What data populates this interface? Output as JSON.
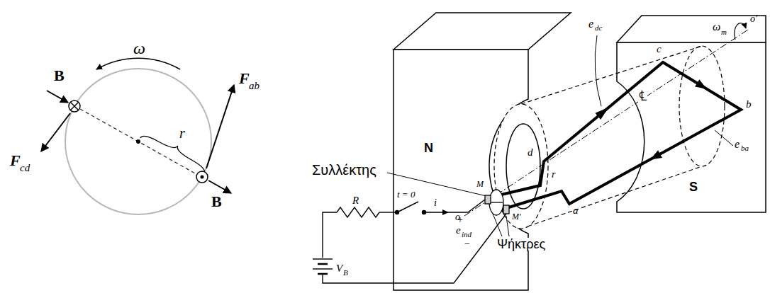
{
  "diagram": {
    "labels": [
      "B",
      "ω",
      "r",
      "F",
      "ab",
      "F",
      "cd",
      "B",
      "Συλλέκτης",
      "Ψήκτρες",
      "N",
      "S",
      "e",
      "dc",
      "e",
      "ba",
      "c",
      "b",
      "d",
      "a",
      "℄",
      "r",
      "ω",
      "m",
      "o′",
      "o",
      "M",
      "M′",
      "R",
      "t = 0",
      "i",
      "+",
      "e",
      "ind",
      "−",
      "V",
      "B"
    ]
  }
}
